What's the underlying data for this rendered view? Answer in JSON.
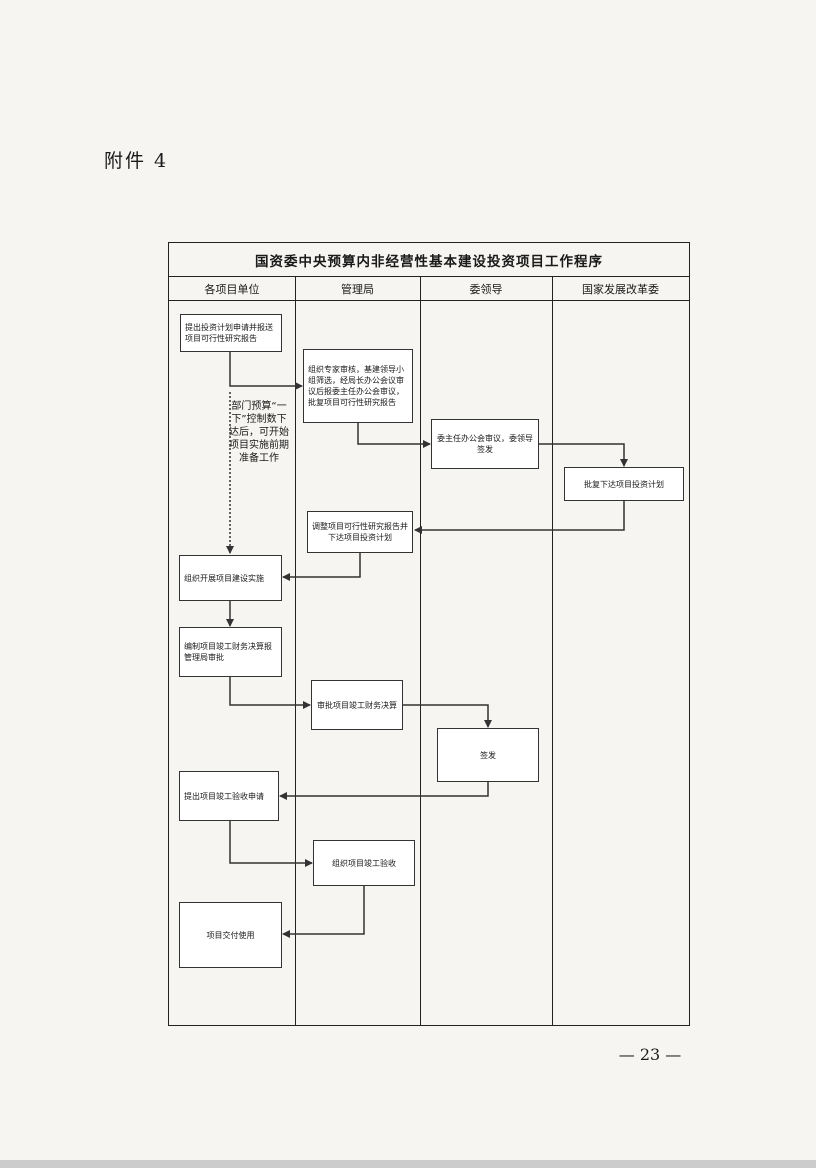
{
  "attachment_label": "附件 4",
  "page_number": "— 23 —",
  "flowchart": {
    "title": "国资委中央预算内非经营性基本建设投资项目工作程序",
    "lanes": [
      "各项目单位",
      "管理局",
      "委领导",
      "国家发展改革委"
    ],
    "steps": {
      "s1": "提出投资计划申请并报送项目可行性研究报告",
      "s2": "组织专家审核，基建领导小组筛选，经局长办公会议审议后报委主任办公会审议，批复项目可行性研究报告",
      "s3": "委主任办公会审议，委领导签发",
      "s4": "批复下达项目投资计划",
      "s5": "调整项目可行性研究报告并下达项目投资计划",
      "s6": "组织开展项目建设实施",
      "s7": "编制项目竣工财务决算报管理局审批",
      "s8": "审批项目竣工财务决算",
      "s9": "签发",
      "s10": "提出项目竣工验收申请",
      "s11": "组织项目竣工验收",
      "s12": "项目交付使用"
    },
    "side_note": "部门预算“一下”控制数下达后，可开始项目实施前期准备工作"
  }
}
